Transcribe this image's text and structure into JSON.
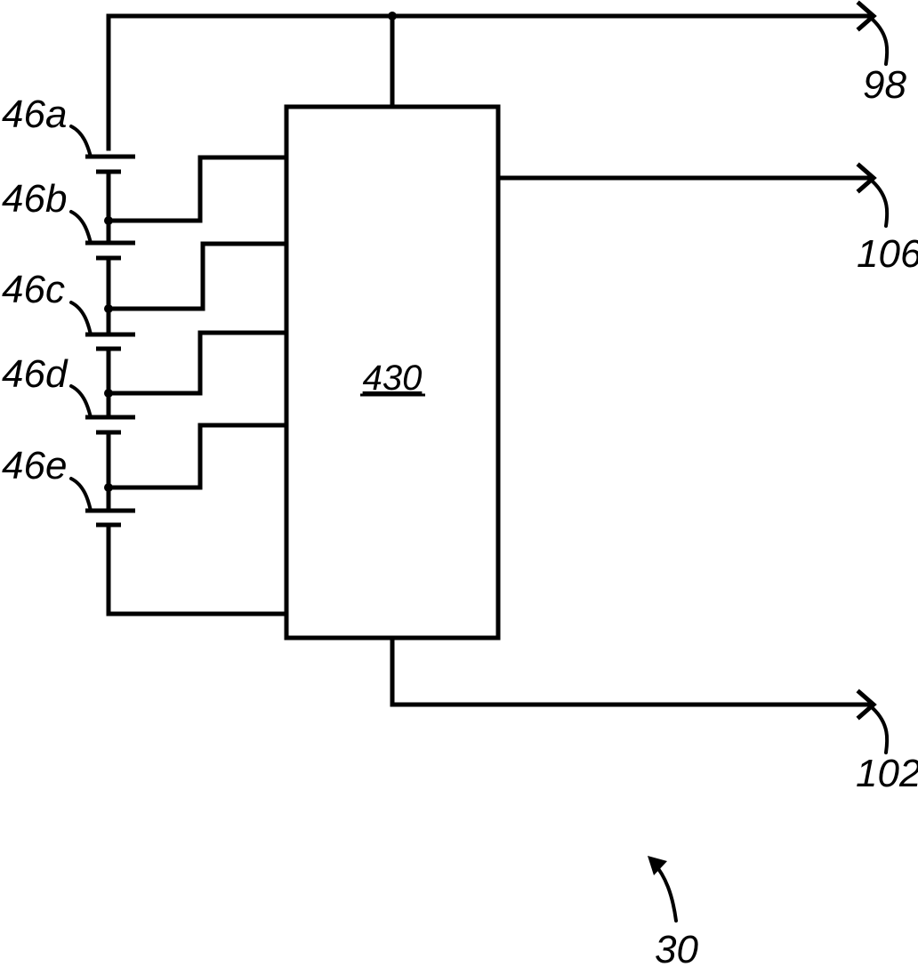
{
  "figure": {
    "figure_ref": "30",
    "block": {
      "label": "430"
    },
    "cells": [
      {
        "label": "46a"
      },
      {
        "label": "46b"
      },
      {
        "label": "46c"
      },
      {
        "label": "46d"
      },
      {
        "label": "46e"
      }
    ],
    "outputs": [
      {
        "label": "98"
      },
      {
        "label": "106"
      },
      {
        "label": "102"
      }
    ]
  }
}
